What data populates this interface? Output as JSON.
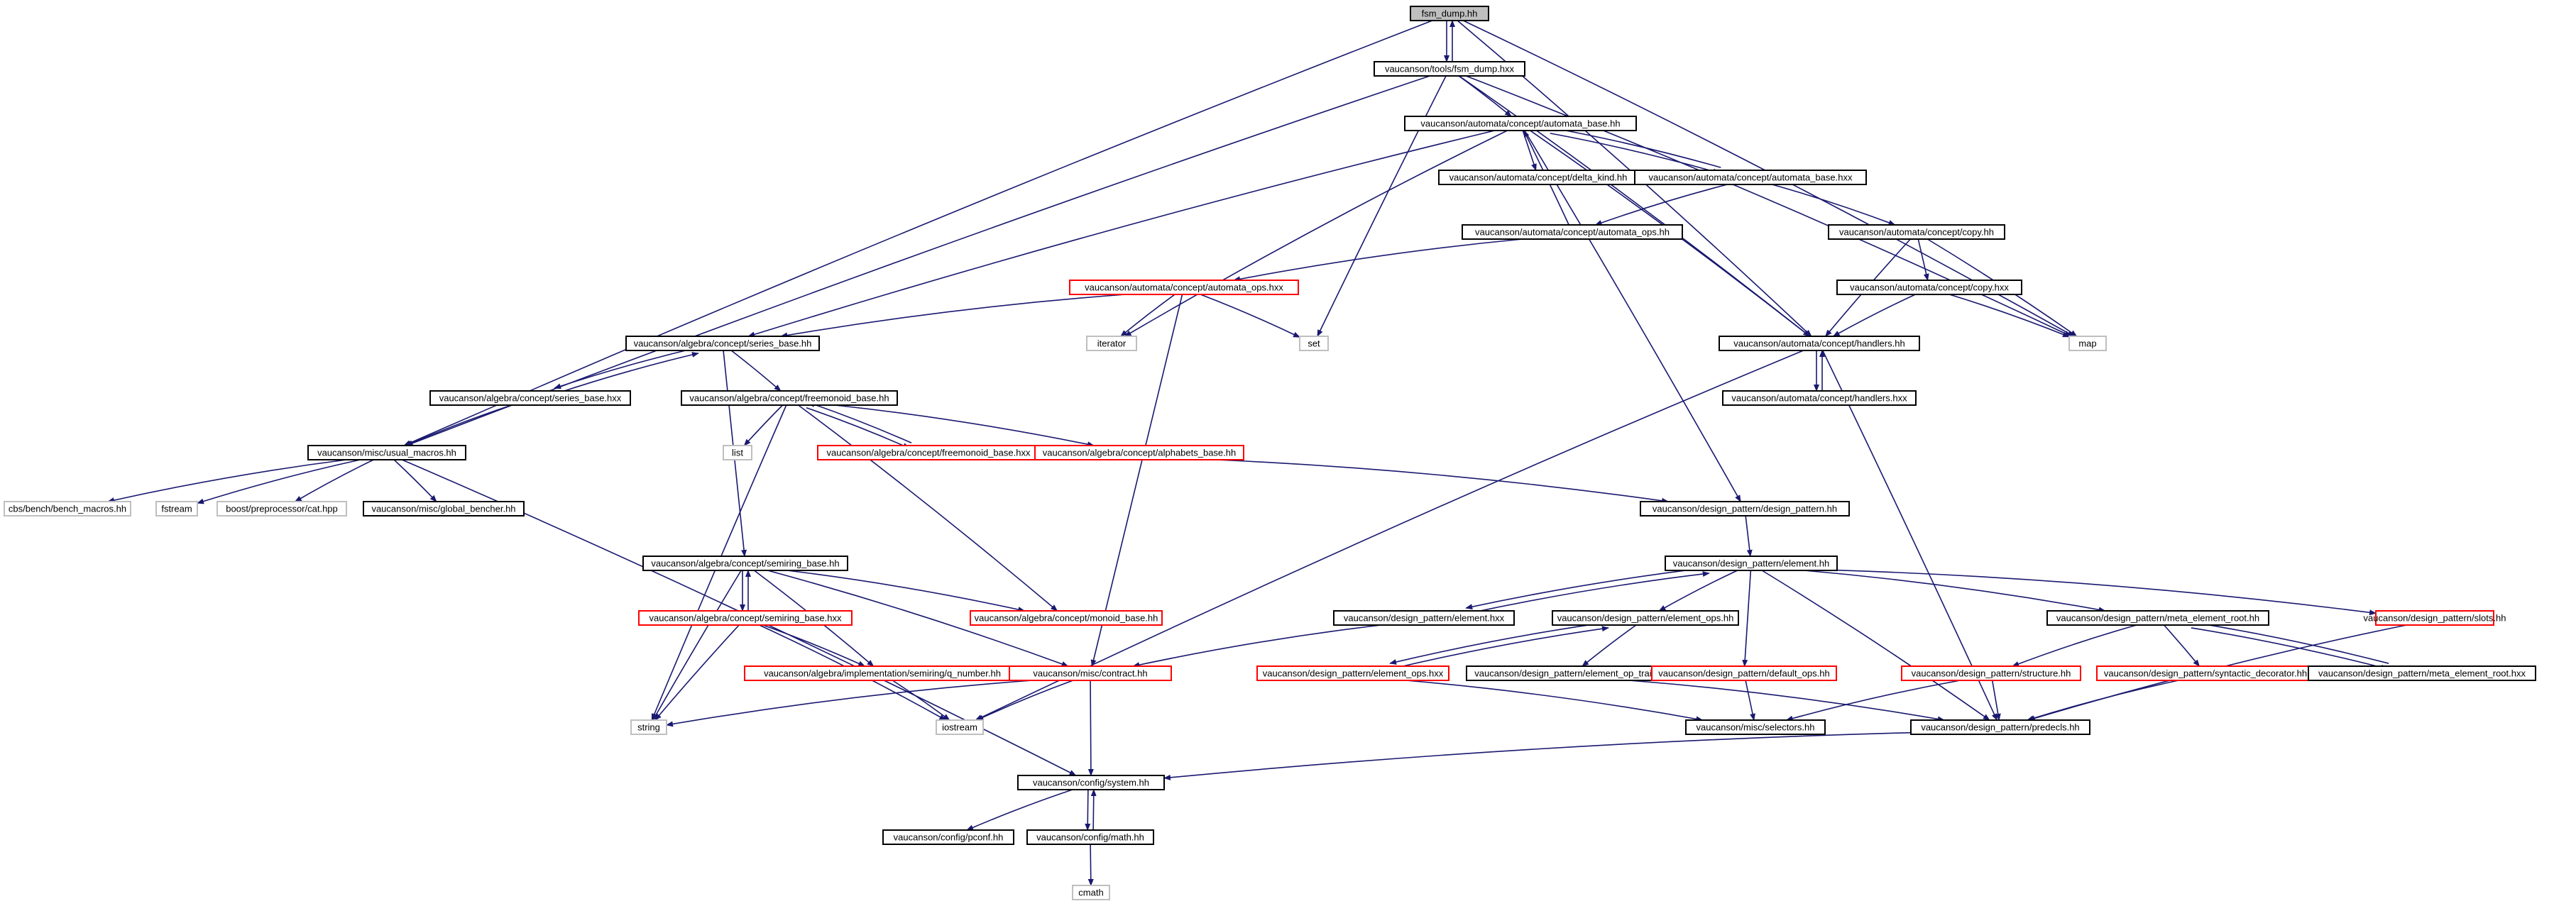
{
  "graph": {
    "title": "fsm_dump.hh include dependency graph",
    "nodes": [
      {
        "id": "fsm_dump_hh",
        "label": "fsm_dump.hh",
        "kind": "root"
      },
      {
        "id": "fsm_dump_hxx",
        "label": "vaucanson/tools/fsm_dump.hxx",
        "kind": "normal"
      },
      {
        "id": "automata_base_hh",
        "label": "vaucanson/automata/concept/automata_base.hh",
        "kind": "normal"
      },
      {
        "id": "delta_kind_hh",
        "label": "vaucanson/automata/concept/delta_kind.hh",
        "kind": "normal"
      },
      {
        "id": "automata_base_hxx",
        "label": "vaucanson/automata/concept/automata_base.hxx",
        "kind": "normal"
      },
      {
        "id": "automata_ops_hh",
        "label": "vaucanson/automata/concept/automata_ops.hh",
        "kind": "normal"
      },
      {
        "id": "copy_hh",
        "label": "vaucanson/automata/concept/copy.hh",
        "kind": "normal"
      },
      {
        "id": "automata_ops_hxx",
        "label": "vaucanson/automata/concept/automata_ops.hxx",
        "kind": "red"
      },
      {
        "id": "copy_hxx",
        "label": "vaucanson/automata/concept/copy.hxx",
        "kind": "normal"
      },
      {
        "id": "series_base_hh",
        "label": "vaucanson/algebra/concept/series_base.hh",
        "kind": "normal"
      },
      {
        "id": "iterator",
        "label": "iterator",
        "kind": "ext"
      },
      {
        "id": "set",
        "label": "set",
        "kind": "ext"
      },
      {
        "id": "handlers_hh",
        "label": "vaucanson/automata/concept/handlers.hh",
        "kind": "normal"
      },
      {
        "id": "map",
        "label": "map",
        "kind": "ext"
      },
      {
        "id": "series_base_hxx",
        "label": "vaucanson/algebra/concept/series_base.hxx",
        "kind": "normal"
      },
      {
        "id": "freemonoid_base_hh",
        "label": "vaucanson/algebra/concept/freemonoid_base.hh",
        "kind": "normal"
      },
      {
        "id": "handlers_hxx",
        "label": "vaucanson/automata/concept/handlers.hxx",
        "kind": "normal"
      },
      {
        "id": "usual_macros_hh",
        "label": "vaucanson/misc/usual_macros.hh",
        "kind": "normal"
      },
      {
        "id": "list",
        "label": "list",
        "kind": "ext"
      },
      {
        "id": "freemonoid_base_hxx",
        "label": "vaucanson/algebra/concept/freemonoid_base.hxx",
        "kind": "red"
      },
      {
        "id": "alphabets_base_hh",
        "label": "vaucanson/algebra/concept/alphabets_base.hh",
        "kind": "red"
      },
      {
        "id": "bench_macros_hh",
        "label": "cbs/bench/bench_macros.hh",
        "kind": "ext"
      },
      {
        "id": "fstream",
        "label": "fstream",
        "kind": "ext"
      },
      {
        "id": "cat_hpp",
        "label": "boost/preprocessor/cat.hpp",
        "kind": "ext"
      },
      {
        "id": "global_bencher_hh",
        "label": "vaucanson/misc/global_bencher.hh",
        "kind": "normal"
      },
      {
        "id": "design_pattern_hh",
        "label": "vaucanson/design_pattern/design_pattern.hh",
        "kind": "normal"
      },
      {
        "id": "semiring_base_hh",
        "label": "vaucanson/algebra/concept/semiring_base.hh",
        "kind": "normal"
      },
      {
        "id": "element_hh",
        "label": "vaucanson/design_pattern/element.hh",
        "kind": "normal"
      },
      {
        "id": "semiring_base_hxx",
        "label": "vaucanson/algebra/concept/semiring_base.hxx",
        "kind": "red"
      },
      {
        "id": "monoid_base_hh",
        "label": "vaucanson/algebra/concept/monoid_base.hh",
        "kind": "red"
      },
      {
        "id": "element_hxx",
        "label": "vaucanson/design_pattern/element.hxx",
        "kind": "normal"
      },
      {
        "id": "element_ops_hh",
        "label": "vaucanson/design_pattern/element_ops.hh",
        "kind": "normal"
      },
      {
        "id": "meta_element_root_hh",
        "label": "vaucanson/design_pattern/meta_element_root.hh",
        "kind": "normal"
      },
      {
        "id": "slots_hh",
        "label": "vaucanson/design_pattern/slots.hh",
        "kind": "red"
      },
      {
        "id": "q_number_hh",
        "label": "vaucanson/algebra/implementation/semiring/q_number.hh",
        "kind": "red"
      },
      {
        "id": "contract_hh",
        "label": "vaucanson/misc/contract.hh",
        "kind": "red"
      },
      {
        "id": "element_ops_hxx",
        "label": "vaucanson/design_pattern/element_ops.hxx",
        "kind": "red"
      },
      {
        "id": "element_op_traits_hh",
        "label": "vaucanson/design_pattern/element_op_traits.hh",
        "kind": "normal"
      },
      {
        "id": "default_ops_hh",
        "label": "vaucanson/design_pattern/default_ops.hh",
        "kind": "red"
      },
      {
        "id": "structure_hh",
        "label": "vaucanson/design_pattern/structure.hh",
        "kind": "red"
      },
      {
        "id": "syntactic_decorator_hh",
        "label": "vaucanson/design_pattern/syntactic_decorator.hh",
        "kind": "red"
      },
      {
        "id": "meta_element_root_hxx",
        "label": "vaucanson/design_pattern/meta_element_root.hxx",
        "kind": "normal"
      },
      {
        "id": "string",
        "label": "string",
        "kind": "ext"
      },
      {
        "id": "iostream",
        "label": "iostream",
        "kind": "ext"
      },
      {
        "id": "selectors_hh",
        "label": "vaucanson/misc/selectors.hh",
        "kind": "normal"
      },
      {
        "id": "predecls_hh",
        "label": "vaucanson/design_pattern/predecls.hh",
        "kind": "normal"
      },
      {
        "id": "system_hh",
        "label": "vaucanson/config/system.hh",
        "kind": "normal"
      },
      {
        "id": "pconf_hh",
        "label": "vaucanson/config/pconf.hh",
        "kind": "normal"
      },
      {
        "id": "math_hh",
        "label": "vaucanson/config/math.hh",
        "kind": "normal"
      },
      {
        "id": "cmath",
        "label": "cmath",
        "kind": "ext"
      }
    ],
    "edges": [
      [
        "fsm_dump_hh",
        "fsm_dump_hxx"
      ],
      [
        "fsm_dump_hh",
        "usual_macros_hh"
      ],
      [
        "fsm_dump_hh",
        "handlers_hh"
      ],
      [
        "fsm_dump_hh",
        "map"
      ],
      [
        "fsm_dump_hxx",
        "fsm_dump_hh"
      ],
      [
        "fsm_dump_hxx",
        "automata_base_hh"
      ],
      [
        "fsm_dump_hxx",
        "set"
      ],
      [
        "fsm_dump_hxx",
        "map"
      ],
      [
        "fsm_dump_hxx",
        "handlers_hh"
      ],
      [
        "fsm_dump_hxx",
        "usual_macros_hh"
      ],
      [
        "automata_base_hh",
        "delta_kind_hh"
      ],
      [
        "automata_base_hh",
        "automata_base_hxx"
      ],
      [
        "automata_base_hh",
        "series_base_hh"
      ],
      [
        "automata_base_hh",
        "iterator"
      ],
      [
        "automata_base_hh",
        "handlers_hh"
      ],
      [
        "automata_base_hh",
        "design_pattern_hh"
      ],
      [
        "automata_base_hxx",
        "automata_base_hh"
      ],
      [
        "automata_base_hxx",
        "automata_ops_hh"
      ],
      [
        "automata_base_hxx",
        "copy_hh"
      ],
      [
        "automata_ops_hh",
        "automata_base_hh"
      ],
      [
        "automata_ops_hh",
        "automata_ops_hxx"
      ],
      [
        "automata_ops_hxx",
        "iterator"
      ],
      [
        "automata_ops_hxx",
        "set"
      ],
      [
        "automata_ops_hxx",
        "series_base_hh"
      ],
      [
        "automata_ops_hxx",
        "contract_hh"
      ],
      [
        "copy_hh",
        "copy_hxx"
      ],
      [
        "copy_hh",
        "map"
      ],
      [
        "copy_hh",
        "handlers_hh"
      ],
      [
        "copy_hxx",
        "handlers_hh"
      ],
      [
        "copy_hxx",
        "map"
      ],
      [
        "handlers_hh",
        "handlers_hxx"
      ],
      [
        "handlers_hh",
        "iostream"
      ],
      [
        "handlers_hh",
        "predecls_hh"
      ],
      [
        "handlers_hxx",
        "handlers_hh"
      ],
      [
        "series_base_hh",
        "series_base_hxx"
      ],
      [
        "series_base_hh",
        "freemonoid_base_hh"
      ],
      [
        "series_base_hh",
        "semiring_base_hh"
      ],
      [
        "series_base_hxx",
        "series_base_hh"
      ],
      [
        "series_base_hxx",
        "usual_macros_hh"
      ],
      [
        "freemonoid_base_hh",
        "list"
      ],
      [
        "freemonoid_base_hh",
        "freemonoid_base_hxx"
      ],
      [
        "freemonoid_base_hh",
        "alphabets_base_hh"
      ],
      [
        "freemonoid_base_hh",
        "monoid_base_hh"
      ],
      [
        "freemonoid_base_hh",
        "string"
      ],
      [
        "freemonoid_base_hxx",
        "freemonoid_base_hh"
      ],
      [
        "alphabets_base_hh",
        "design_pattern_hh"
      ],
      [
        "usual_macros_hh",
        "bench_macros_hh"
      ],
      [
        "usual_macros_hh",
        "fstream"
      ],
      [
        "usual_macros_hh",
        "cat_hpp"
      ],
      [
        "usual_macros_hh",
        "global_bencher_hh"
      ],
      [
        "usual_macros_hh",
        "system_hh"
      ],
      [
        "design_pattern_hh",
        "element_hh"
      ],
      [
        "element_hh",
        "element_hxx"
      ],
      [
        "element_hh",
        "element_ops_hh"
      ],
      [
        "element_hh",
        "default_ops_hh"
      ],
      [
        "element_hh",
        "meta_element_root_hh"
      ],
      [
        "element_hh",
        "slots_hh"
      ],
      [
        "element_hh",
        "predecls_hh"
      ],
      [
        "element_hxx",
        "element_hh"
      ],
      [
        "element_hxx",
        "contract_hh"
      ],
      [
        "element_ops_hh",
        "element_ops_hxx"
      ],
      [
        "element_ops_hh",
        "element_op_traits_hh"
      ],
      [
        "element_ops_hxx",
        "element_ops_hh"
      ],
      [
        "element_ops_hxx",
        "selectors_hh"
      ],
      [
        "element_op_traits_hh",
        "predecls_hh"
      ],
      [
        "default_ops_hh",
        "selectors_hh"
      ],
      [
        "meta_element_root_hh",
        "structure_hh"
      ],
      [
        "meta_element_root_hh",
        "syntactic_decorator_hh"
      ],
      [
        "meta_element_root_hh",
        "meta_element_root_hxx"
      ],
      [
        "meta_element_root_hxx",
        "meta_element_root_hh"
      ],
      [
        "structure_hh",
        "selectors_hh"
      ],
      [
        "structure_hh",
        "predecls_hh"
      ],
      [
        "syntactic_decorator_hh",
        "predecls_hh"
      ],
      [
        "slots_hh",
        "predecls_hh"
      ],
      [
        "semiring_base_hh",
        "semiring_base_hxx"
      ],
      [
        "semiring_base_hh",
        "monoid_base_hh"
      ],
      [
        "semiring_base_hh",
        "q_number_hh"
      ],
      [
        "semiring_base_hh",
        "contract_hh"
      ],
      [
        "semiring_base_hh",
        "string"
      ],
      [
        "semiring_base_hxx",
        "semiring_base_hh"
      ],
      [
        "semiring_base_hxx",
        "q_number_hh"
      ],
      [
        "semiring_base_hxx",
        "string"
      ],
      [
        "semiring_base_hxx",
        "iostream"
      ],
      [
        "q_number_hh",
        "iostream"
      ],
      [
        "contract_hh",
        "string"
      ],
      [
        "contract_hh",
        "iostream"
      ],
      [
        "contract_hh",
        "system_hh"
      ],
      [
        "predecls_hh",
        "system_hh"
      ],
      [
        "system_hh",
        "pconf_hh"
      ],
      [
        "system_hh",
        "math_hh"
      ],
      [
        "math_hh",
        "system_hh"
      ],
      [
        "math_hh",
        "cmath"
      ]
    ]
  },
  "style": {
    "edge_color": "#191970",
    "box_border": "#000000",
    "red_border": "#ff0000",
    "ext_border": "#bfbfbf",
    "root_fill": "#bfbfbf"
  }
}
